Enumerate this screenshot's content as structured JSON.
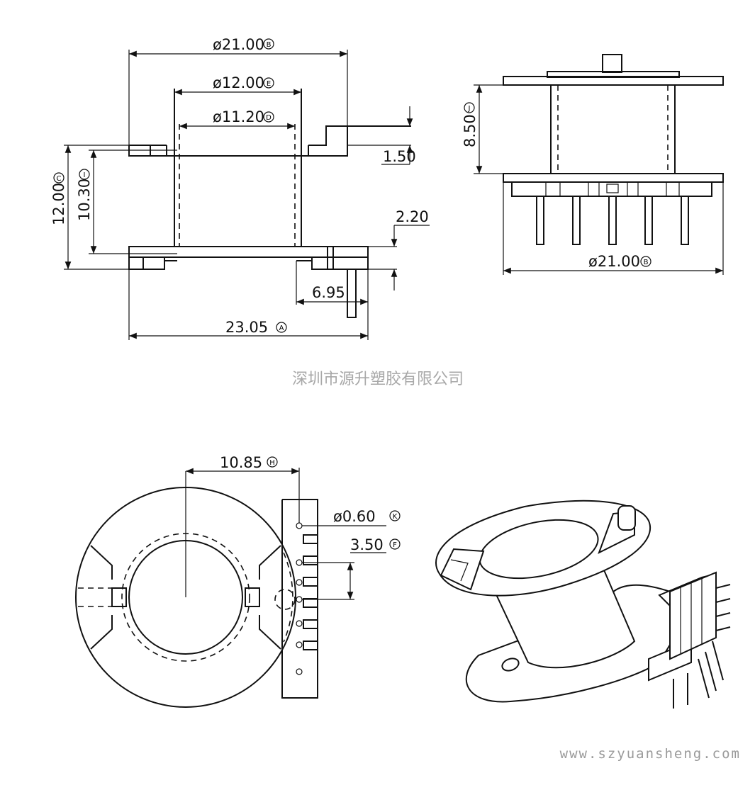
{
  "front_view": {
    "dim_flange_dia": "ø21.00",
    "dim_flange_dia_ref": "B",
    "dim_core_outer": "ø12.00",
    "dim_core_outer_ref": "E",
    "dim_core_inner": "ø11.20",
    "dim_core_inner_ref": "D",
    "dim_total_height": "12.00",
    "dim_total_height_ref": "C",
    "dim_winding_height": "10.30",
    "dim_winding_height_ref": "I",
    "dim_flange_thickness": "1.50",
    "dim_base_thickness": "2.20",
    "dim_pin_offset": "6.95",
    "dim_total_width": "23.05",
    "dim_total_width_ref": "A"
  },
  "side_view": {
    "dim_height": "8.50",
    "dim_height_ref": "J",
    "dim_base_dia": "ø21.00",
    "dim_base_dia_ref": "B"
  },
  "bottom_view": {
    "dim_center_to_pin": "10.85",
    "dim_center_to_pin_ref": "H",
    "dim_pin_dia": "ø0.60",
    "dim_pin_dia_ref": "K",
    "dim_pin_pitch": "3.50",
    "dim_pin_pitch_ref": "F"
  },
  "watermark": "深圳市源升塑胶有限公司",
  "website": "www.szyuansheng.com"
}
